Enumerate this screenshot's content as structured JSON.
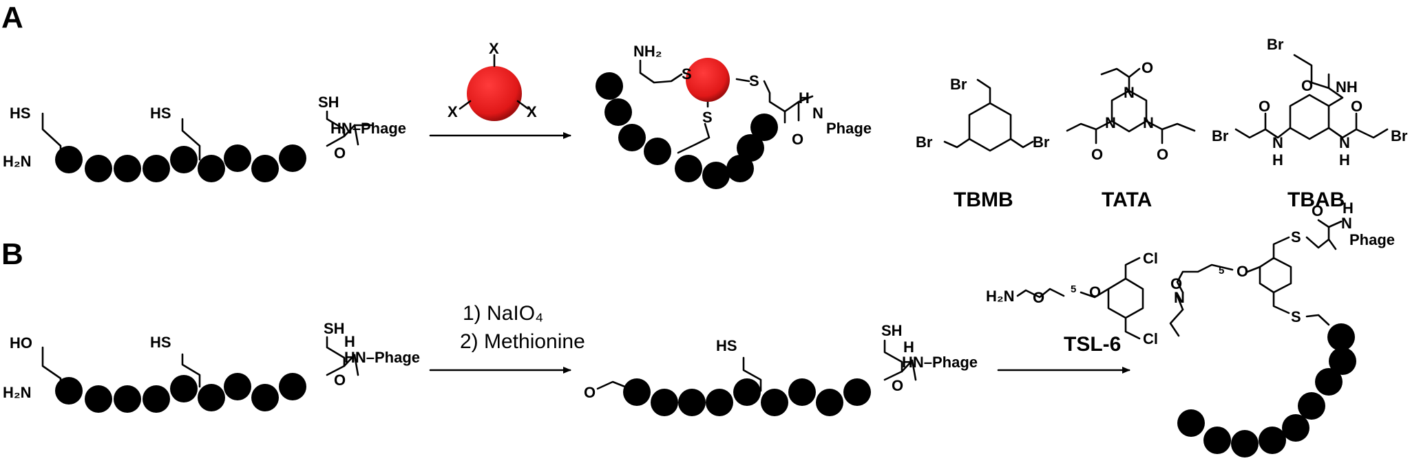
{
  "panels": {
    "a": "A",
    "b": "B"
  },
  "atoms": {
    "hs": "HS",
    "sh": "SH",
    "h2n": "H₂N",
    "nh2": "NH₂",
    "ho": "HO",
    "hn_phage": "HN–Phage",
    "h": "H",
    "n": "N",
    "phage": "Phage",
    "o": "O",
    "s": "S",
    "x": "X",
    "br": "Br",
    "nh": "NH",
    "cl": "Cl",
    "subscript_5": "5"
  },
  "compounds": {
    "tbmb": "TBMB",
    "tata": "TATA",
    "tbab": "TBAB",
    "tsl6": "TSL-6"
  },
  "reagents": {
    "step1": "1) NaIO₄",
    "step2": "2) Methionine"
  },
  "colors": {
    "scaffold": "#e01818",
    "bead": "#000000"
  }
}
